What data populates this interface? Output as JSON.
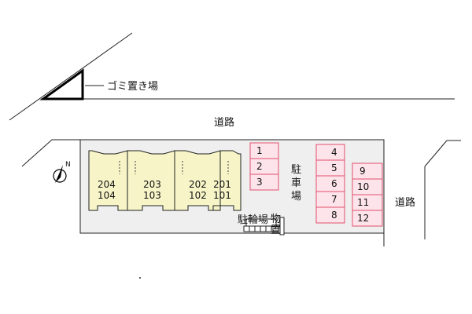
{
  "garbage_label": "ゴミ置き場",
  "road_top_label": "道路",
  "road_right_label": "道路",
  "compass_label": "N",
  "parking_label": [
    "駐",
    "車",
    "場"
  ],
  "bicycle_label": "駐輪場",
  "storage_label": [
    "物",
    "置"
  ],
  "units": [
    {
      "upper": "204",
      "lower": "104"
    },
    {
      "upper": "203",
      "lower": "103"
    },
    {
      "upper": "202",
      "lower": "102"
    },
    {
      "upper": "201",
      "lower": "101"
    }
  ],
  "parking_left": [
    "1",
    "2",
    "3"
  ],
  "parking_mid": [
    "4",
    "5",
    "6",
    "7",
    "8"
  ],
  "parking_right": [
    "9",
    "10",
    "11",
    "12"
  ],
  "colors": {
    "building_fill": "#f7f5c8",
    "site_fill": "#efefef",
    "parking_stroke": "#e0506e",
    "parking_fill": "#fde4ea"
  }
}
